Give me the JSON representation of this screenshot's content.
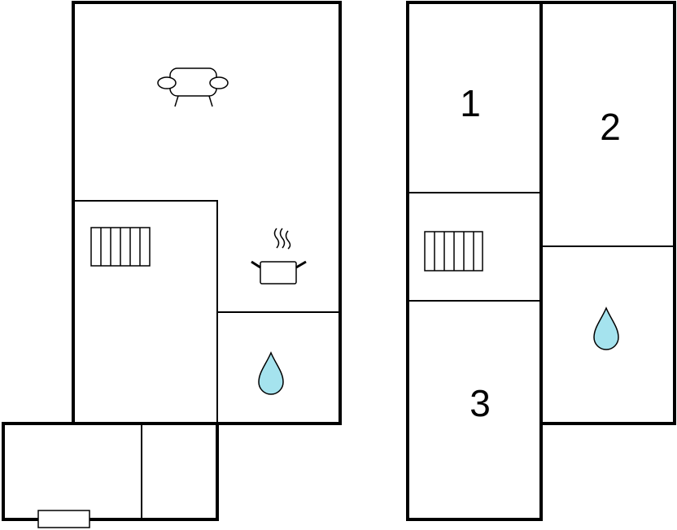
{
  "rooms": {
    "bedroom_1": {
      "label": "1"
    },
    "bedroom_2": {
      "label": "2"
    },
    "bedroom_3": {
      "label": "3"
    }
  },
  "icons": {
    "living_room": "sofa-icon",
    "kitchen": "cooking-pot-icon",
    "bathroom_ground": "water-drop-icon",
    "bathroom_upper": "water-drop-icon",
    "stairs_ground": "stairs-icon",
    "stairs_upper": "stairs-icon"
  },
  "colors": {
    "wall": "#000000",
    "floor": "#ffffff",
    "water": "#a5e3ee"
  }
}
